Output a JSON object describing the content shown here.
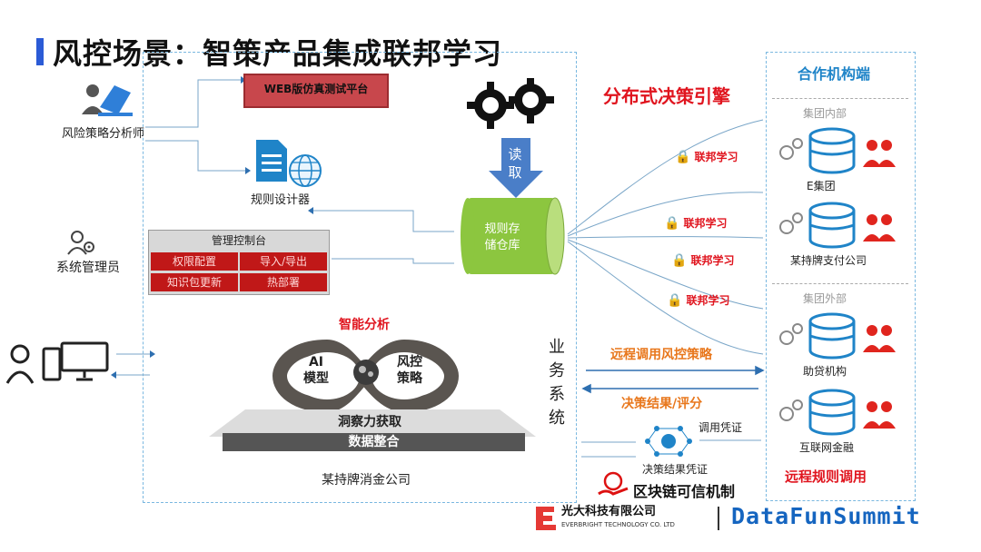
{
  "title": "风控场景：智策产品集成联邦学习",
  "left_roles": {
    "analyst": "风险策略分析师",
    "admin": "系统管理员"
  },
  "platform": {
    "web_sim": "WEB版仿真测试平台",
    "rule_designer": "规则设计器",
    "console_title": "管理控制台",
    "console_cells": [
      "权限配置",
      "导入/导出",
      "知识包更新",
      "热部署"
    ],
    "read_label": "读取",
    "repo_label_1": "规则存",
    "repo_label_2": "储仓库",
    "smart_analysis": "智能分析",
    "ai_model_1": "AI",
    "ai_model_2": "模型",
    "risk_strategy_1": "风控",
    "risk_strategy_2": "策略",
    "insight": "洞察力获取",
    "data_integration": "数据整合",
    "company": "某持牌消金公司",
    "business_system": [
      "业",
      "务",
      "系",
      "统"
    ]
  },
  "middle": {
    "engine": "分布式决策引擎",
    "fed_labels": [
      "联邦学习",
      "联邦学习",
      "联邦学习",
      "联邦学习"
    ],
    "remote_call": "远程调用风控策略",
    "decision_result": "决策结果/评分",
    "call_credential": "调用凭证",
    "result_credential": "决策结果凭证",
    "blockchain": "区块链可信机制"
  },
  "partners": {
    "header": "合作机构端",
    "group_inside": "集团内部",
    "group_outside": "集团外部",
    "orgs": [
      "E集团",
      "某持牌支付公司",
      "助贷机构",
      "互联网金融"
    ],
    "remote_rules": "远程规则调用"
  },
  "footer": {
    "company_cn": "光大科技有限公司",
    "company_en": "EVERBRIGHT TECHNOLOGY CO. LTD",
    "brand": "DataFunSummit"
  },
  "colors": {
    "accent_blue": "#2b5bd6",
    "highlight_red": "#e0141e",
    "cylinder_green": "#8cc63f",
    "icon_blue": "#1f84c8"
  }
}
